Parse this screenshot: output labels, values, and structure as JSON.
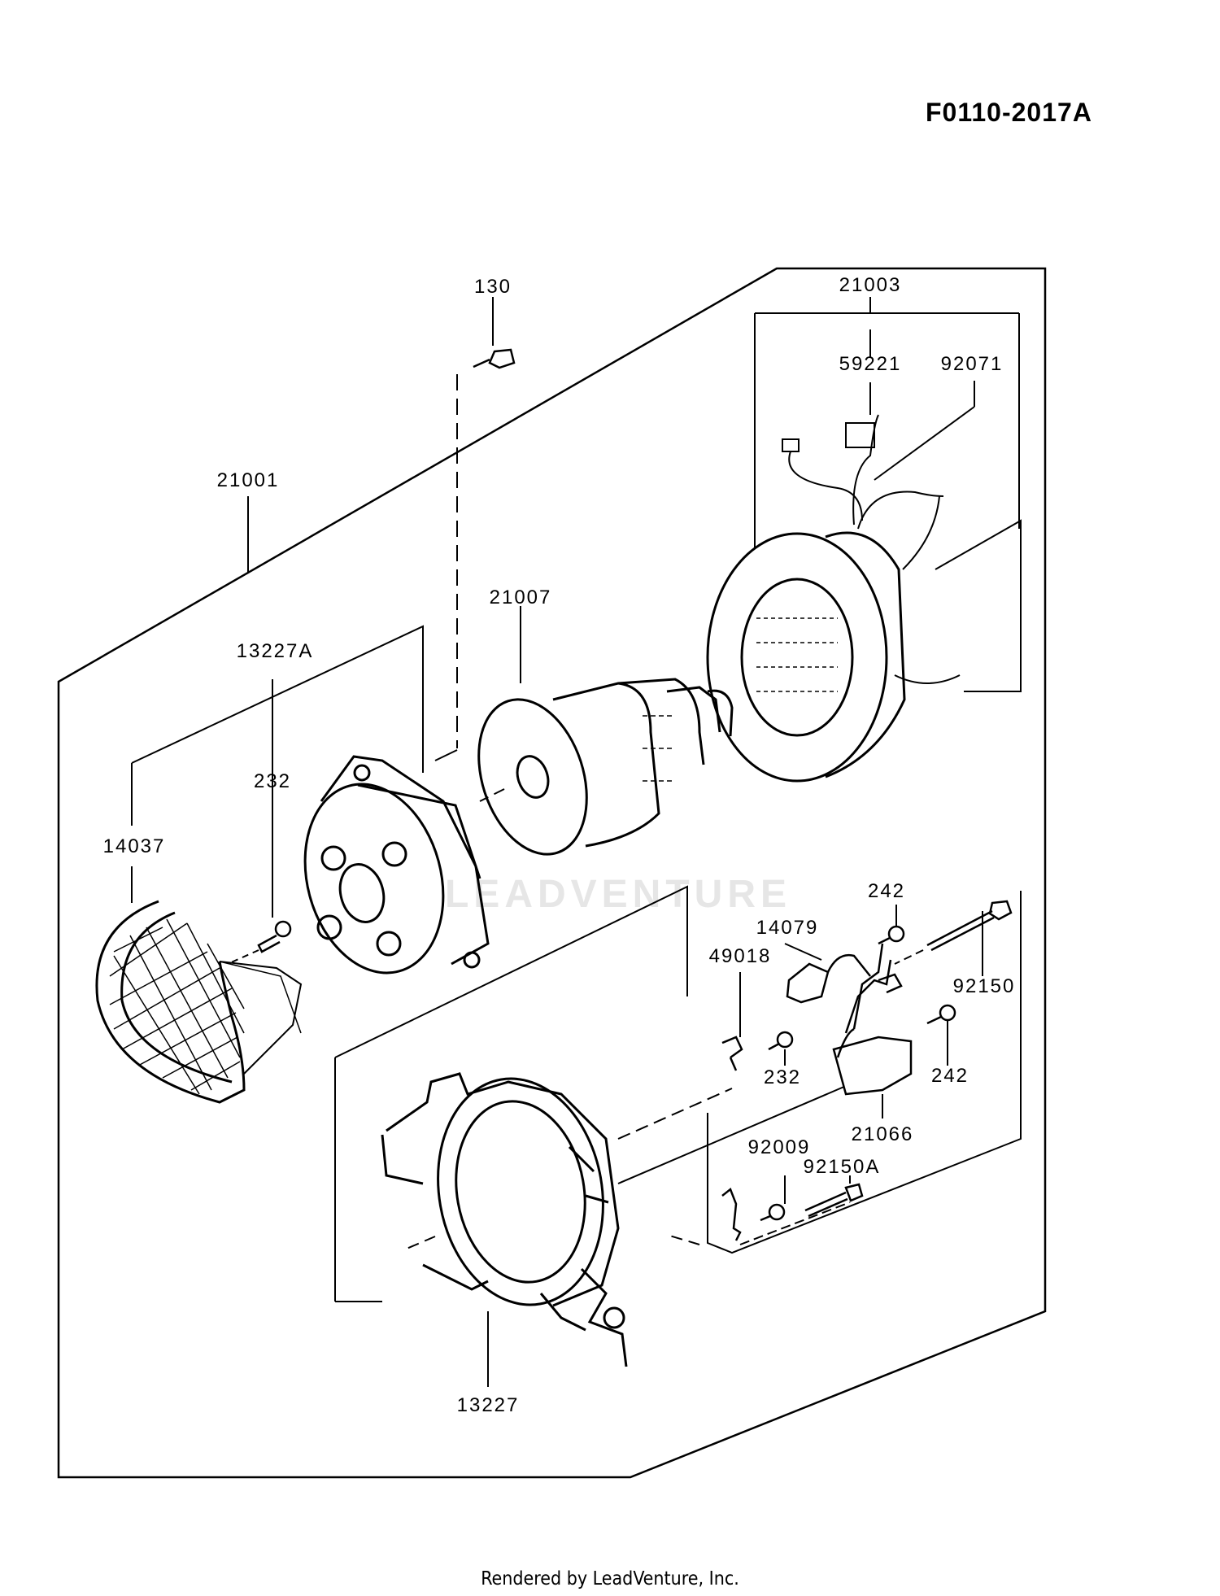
{
  "diagram_code": "F0110-2017A",
  "footer_text": "Rendered by LeadVenture, Inc.",
  "watermark": "LEADVENTURE",
  "callouts": {
    "p130": "130",
    "p21003": "21003",
    "p59221": "59221",
    "p92071": "92071",
    "p21001": "21001",
    "p21007": "21007",
    "p13227A": "13227A",
    "p232a": "232",
    "p14037": "14037",
    "p242a": "242",
    "p14079": "14079",
    "p49018": "49018",
    "p92150": "92150",
    "p232b": "232",
    "p242b": "242",
    "p21066": "21066",
    "p92009": "92009",
    "p92150A": "92150A",
    "p13227": "13227"
  },
  "colors": {
    "line": "#000000",
    "watermark": "#e6e6e6",
    "background": "#ffffff"
  }
}
